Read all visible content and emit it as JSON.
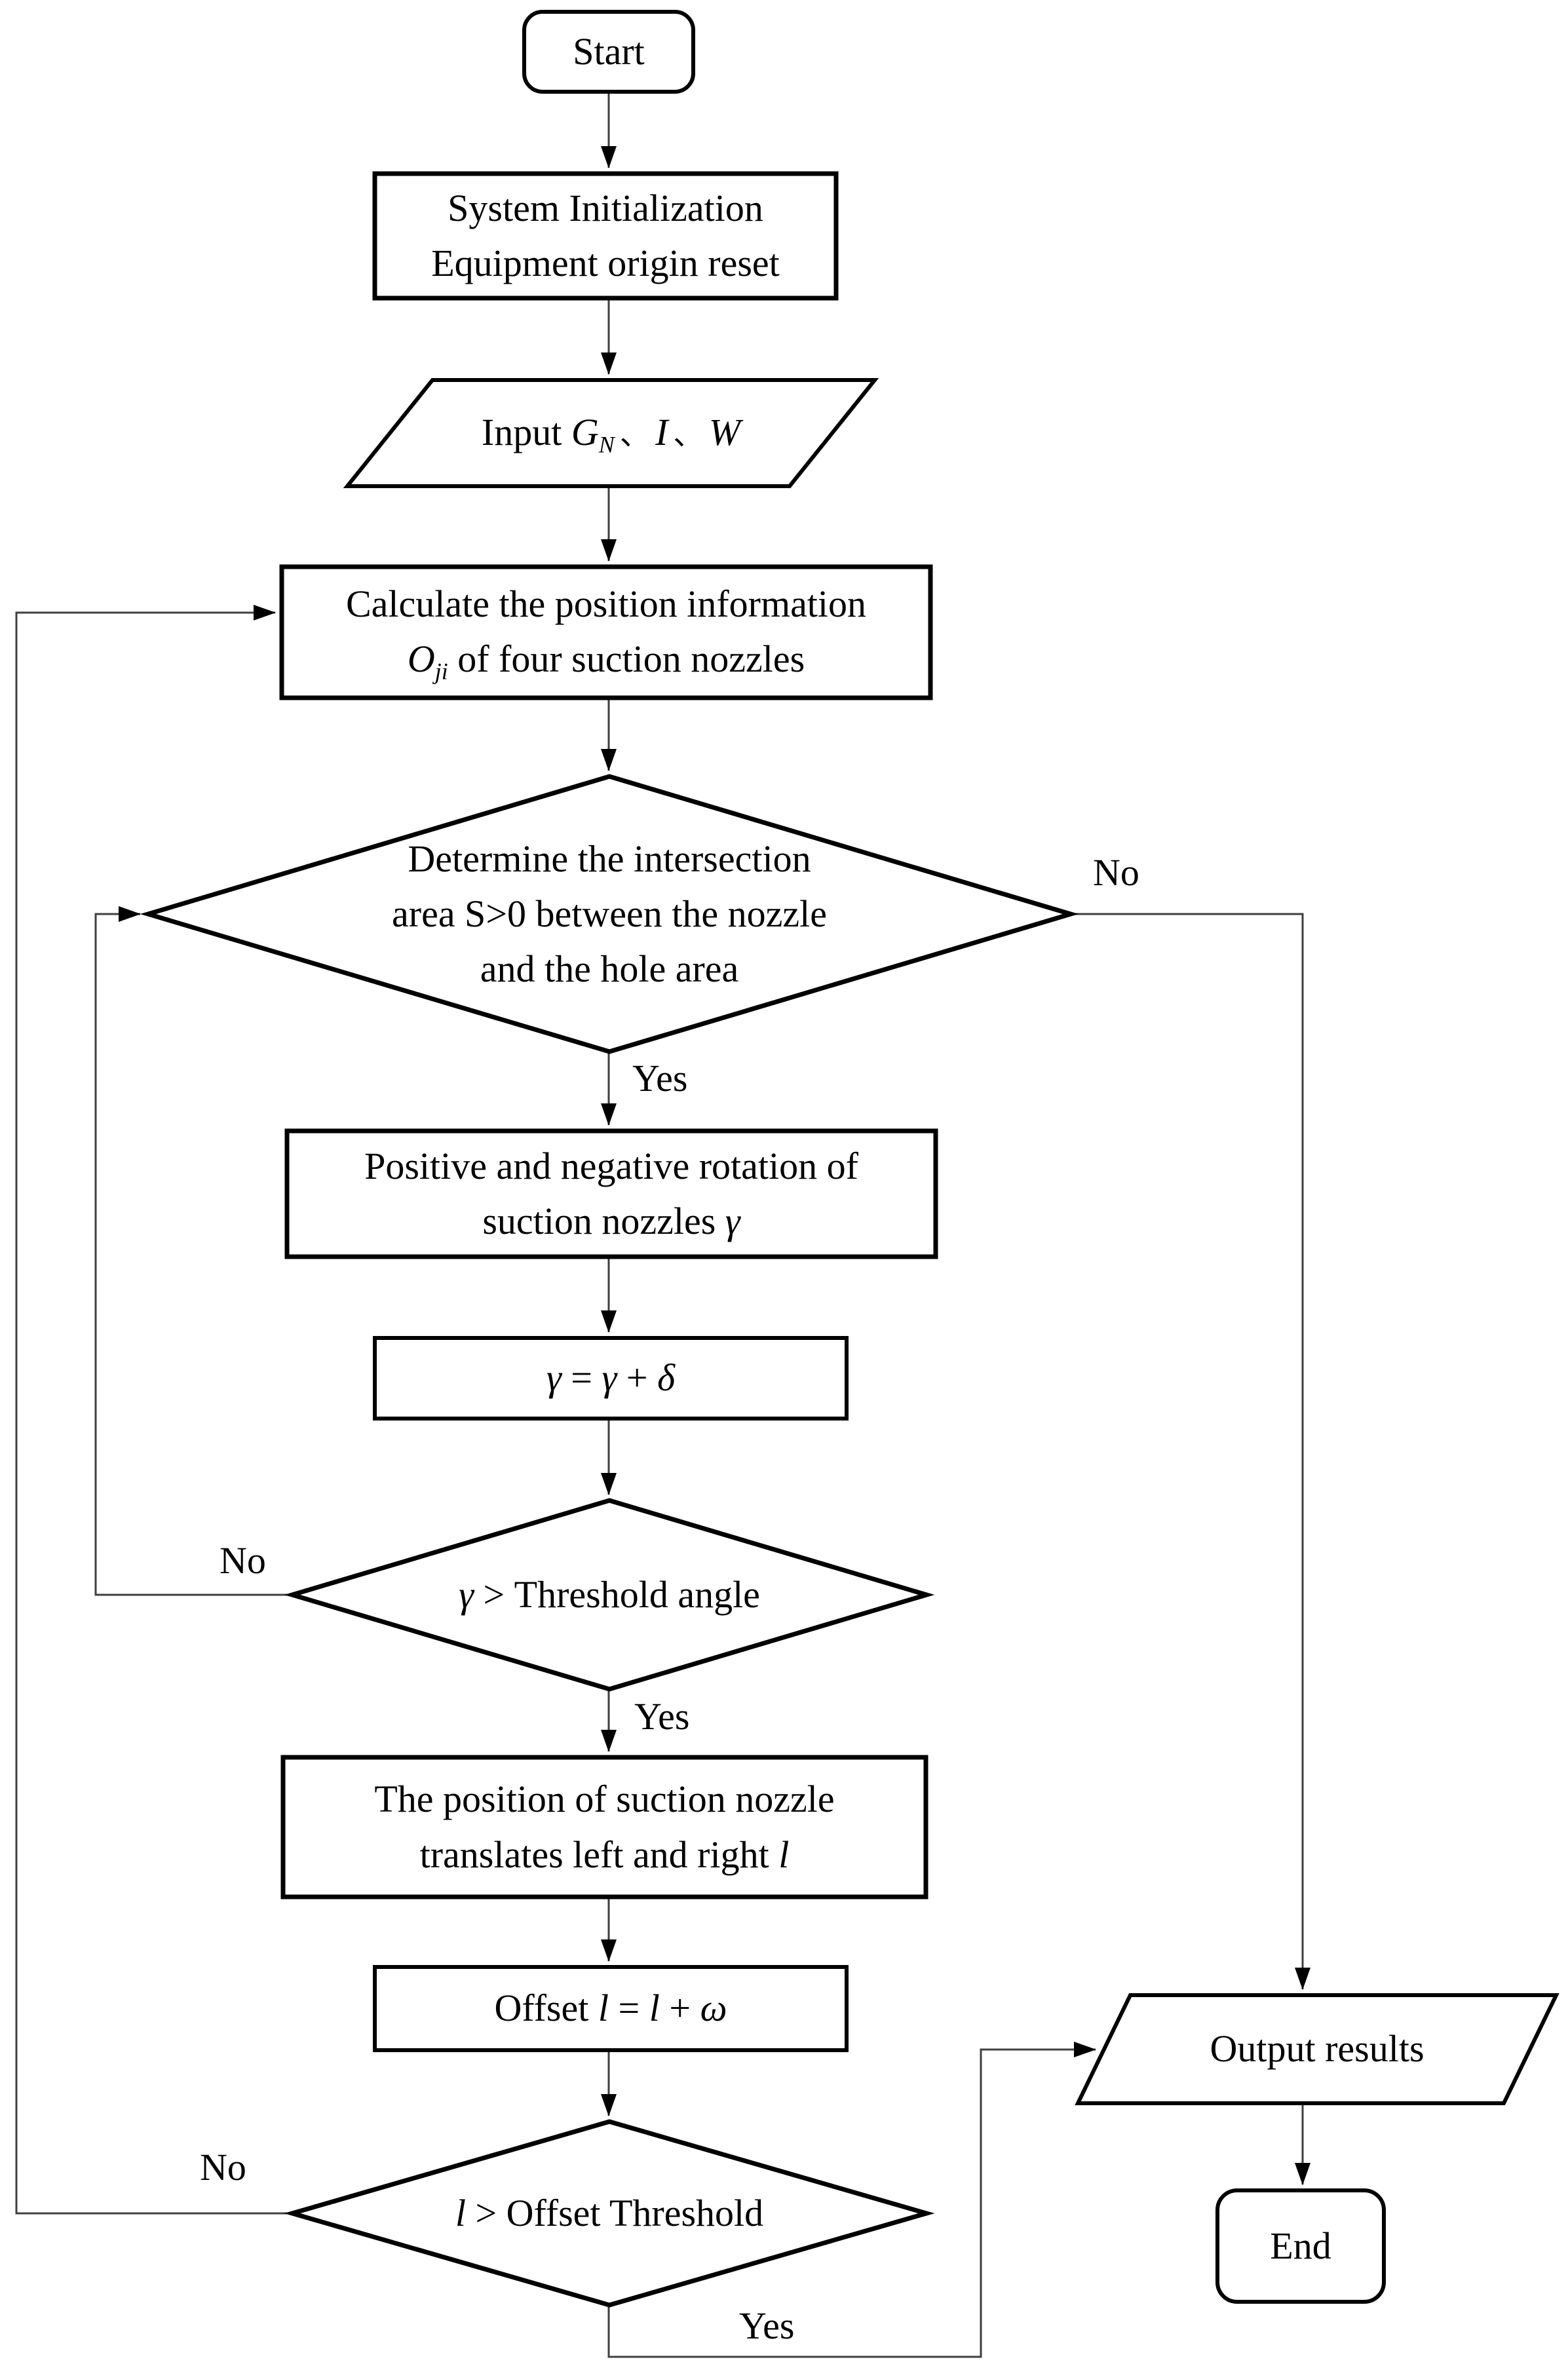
{
  "figure": {
    "background": "#ffffff",
    "shape_stroke": "#000000",
    "connector_stroke": "#3f3f3f"
  },
  "nodes": {
    "start": {
      "label": "Start"
    },
    "init": {
      "line1": "System Initialization",
      "line2": "Equipment origin reset"
    },
    "input": {
      "prefix": "Input ",
      "var1": "G",
      "var1_sub": "N",
      "sep1": "、",
      "var2": "I",
      "sep2": "、",
      "var3": "W"
    },
    "calc": {
      "line1": "Calculate the position information",
      "var": "O",
      "var_sub": "ji",
      "line2_rest": " of four suction nozzles"
    },
    "decision1": {
      "line1": "Determine the intersection",
      "line2": "area S>0 between the nozzle",
      "line3": "and the hole area"
    },
    "rotate": {
      "line1": "Positive and negative rotation of",
      "line2_prefix": "suction nozzles ",
      "line2_var": "γ"
    },
    "gamma_update": {
      "v1": "γ",
      "op1": " = ",
      "v2": "γ",
      "op2": " + ",
      "v3": "δ"
    },
    "decision2": {
      "v": "γ",
      "rest": " > Threshold angle"
    },
    "translate": {
      "line1": "The position of suction nozzle",
      "line2_prefix": "translates left and right ",
      "line2_var": "l"
    },
    "offset_update": {
      "prefix": "Offset ",
      "v1": "l",
      "op1": " = ",
      "v2": "l",
      "op2": " + ",
      "v3": "ω"
    },
    "decision3": {
      "v": "l",
      "rest": " > Offset Threshold"
    },
    "output": {
      "label": "Output results"
    },
    "end": {
      "label": "End"
    }
  },
  "edge_labels": {
    "yes1": "Yes",
    "no1": "No",
    "yes2": "Yes",
    "no2": "No",
    "yes3": "Yes",
    "no3": "No"
  }
}
